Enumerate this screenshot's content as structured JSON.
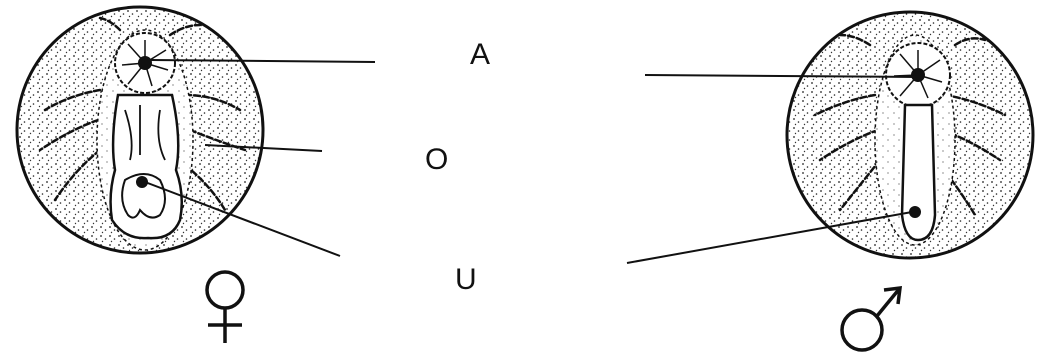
{
  "labels": {
    "a": "A",
    "o": "O",
    "u": "U"
  },
  "symbols": {
    "left": "female-symbol-icon",
    "right": "male-symbol-icon"
  },
  "colors": {
    "ink": "#111111",
    "background": "#ffffff"
  }
}
